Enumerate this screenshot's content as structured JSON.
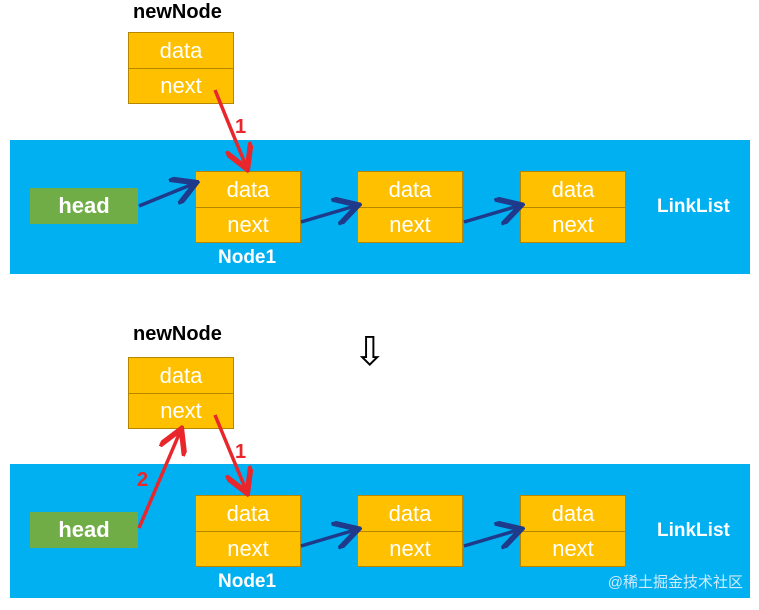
{
  "colors": {
    "band": "#00b0f0",
    "node": "#ffc000",
    "head": "#70ad47",
    "arrow_blue": "#1f3a8a",
    "arrow_red": "#e8262b"
  },
  "top": {
    "new_node_label": "newNode",
    "new_node": {
      "data": "data",
      "next": "next"
    },
    "head": "head",
    "nodes": [
      {
        "data": "data",
        "next": "next"
      },
      {
        "data": "data",
        "next": "next"
      },
      {
        "data": "data",
        "next": "next"
      }
    ],
    "node1_label": "Node1",
    "list_label": "LinkList",
    "step1": "1"
  },
  "transition_arrow": "⇩",
  "bottom": {
    "new_node_label": "newNode",
    "new_node": {
      "data": "data",
      "next": "next"
    },
    "head": "head",
    "nodes": [
      {
        "data": "data",
        "next": "next"
      },
      {
        "data": "data",
        "next": "next"
      },
      {
        "data": "data",
        "next": "next"
      }
    ],
    "node1_label": "Node1",
    "list_label": "LinkList",
    "step1": "1",
    "step2": "2"
  },
  "watermark": "@稀土掘金技术社区"
}
